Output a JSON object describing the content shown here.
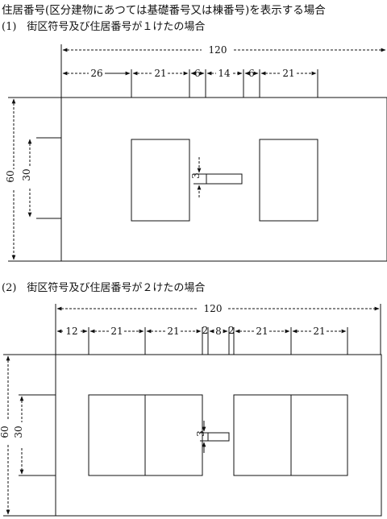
{
  "title": "住居番号(区分建物にあつては基礎番号又は棟番号)を表示する場合",
  "section1": {
    "heading": "(1)　街区符号及び住居番号が１けたの場合",
    "dims": {
      "total": "120",
      "seg1": "26",
      "seg2": "21",
      "seg3": "6",
      "seg4": "14",
      "seg5": "6",
      "seg6": "21",
      "height": "60",
      "inner_height": "30",
      "small_height": "3"
    }
  },
  "section2": {
    "heading": "(2)　街区符号及び住居番号が２けたの場合",
    "dims": {
      "total": "120",
      "seg1": "12",
      "seg2": "21",
      "seg3": "21",
      "seg4": "2",
      "seg5": "8",
      "seg6": "2",
      "seg7": "21",
      "seg8": "21",
      "height": "60",
      "inner_height": "30",
      "small_height": "3"
    }
  }
}
